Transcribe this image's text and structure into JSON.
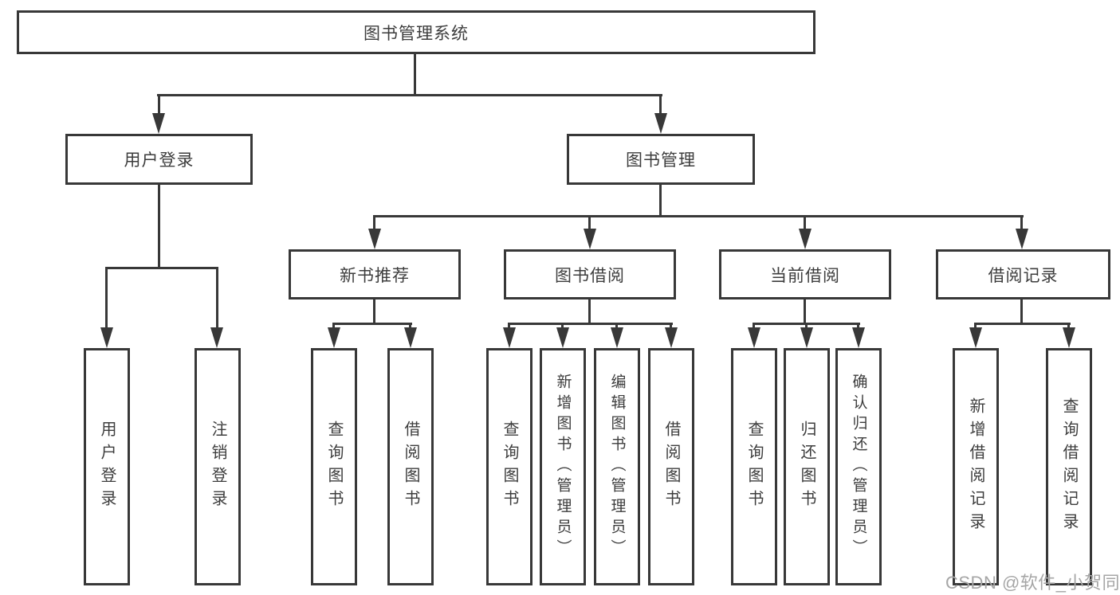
{
  "diagram": {
    "root": {
      "label": "图书管理系统"
    },
    "branches": [
      {
        "label": "用户登录",
        "children": [
          {
            "label": "用户登录"
          },
          {
            "label": "注销登录"
          }
        ]
      },
      {
        "label": "图书管理",
        "children": [
          {
            "label": "新书推荐",
            "children": [
              {
                "label": "查询图书"
              },
              {
                "label": "借阅图书"
              }
            ]
          },
          {
            "label": "图书借阅",
            "children": [
              {
                "label": "查询图书"
              },
              {
                "label": "新增图书（管理员）"
              },
              {
                "label": "编辑图书（管理员）"
              },
              {
                "label": "借阅图书"
              }
            ]
          },
          {
            "label": "当前借阅",
            "children": [
              {
                "label": "查询图书"
              },
              {
                "label": "归还图书"
              },
              {
                "label": "确认归还（管理员）"
              }
            ]
          },
          {
            "label": "借阅记录",
            "children": [
              {
                "label": "新增借阅记录"
              },
              {
                "label": "查询借阅记录"
              }
            ]
          }
        ]
      }
    ]
  },
  "watermark": {
    "text": "CSDN @软件_小贺同学"
  },
  "colors": {
    "line": "#383838",
    "box_border": "#383838",
    "text": "#3d3d3d",
    "background": "#ffffff",
    "watermark": "#a6a6a6"
  }
}
